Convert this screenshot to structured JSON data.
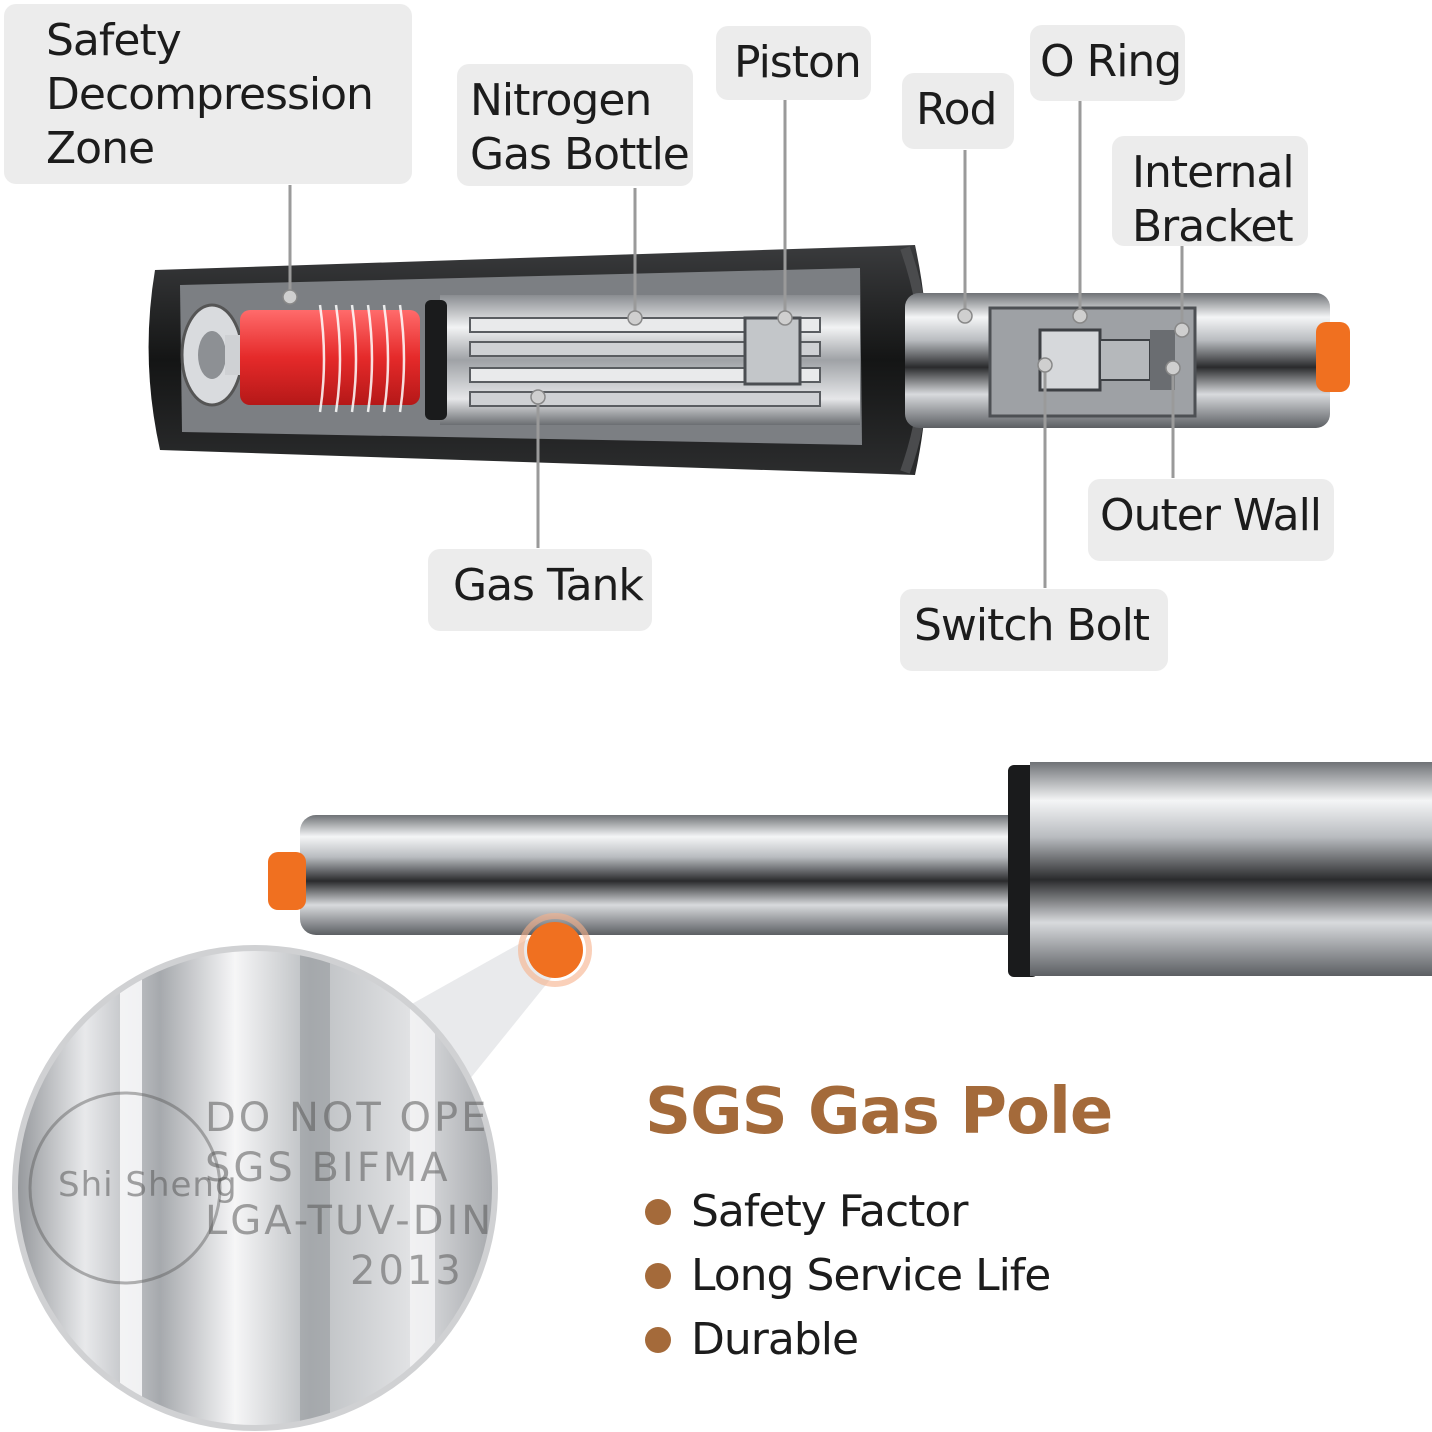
{
  "callouts": {
    "safety_zone": [
      "Safety",
      "Decompression",
      "Zone"
    ],
    "nitrogen_bottle": [
      "Nitrogen",
      "Gas Bottle"
    ],
    "piston": [
      "Piston"
    ],
    "rod": [
      "Rod"
    ],
    "o_ring": [
      "O Ring"
    ],
    "internal_bracket": [
      "Internal",
      "Bracket"
    ],
    "outer_wall": [
      "Outer Wall"
    ],
    "switch_bolt": [
      "Switch Bolt"
    ],
    "gas_tank": [
      "Gas Tank"
    ]
  },
  "engraving": {
    "brand": "Shi Sheng",
    "lines": [
      "DO NOT OPE",
      "SGS BIFMA",
      "LGA-TUV-DIN",
      "2013"
    ]
  },
  "product": {
    "title": "SGS Gas Pole",
    "features": [
      "Safety Factor",
      "Long Service Life",
      "Durable"
    ]
  },
  "colors": {
    "accent": "#a46a3a",
    "orange_cap": "#f07020",
    "red_spring": "#e52a2a",
    "label_bg": "#ececec"
  }
}
